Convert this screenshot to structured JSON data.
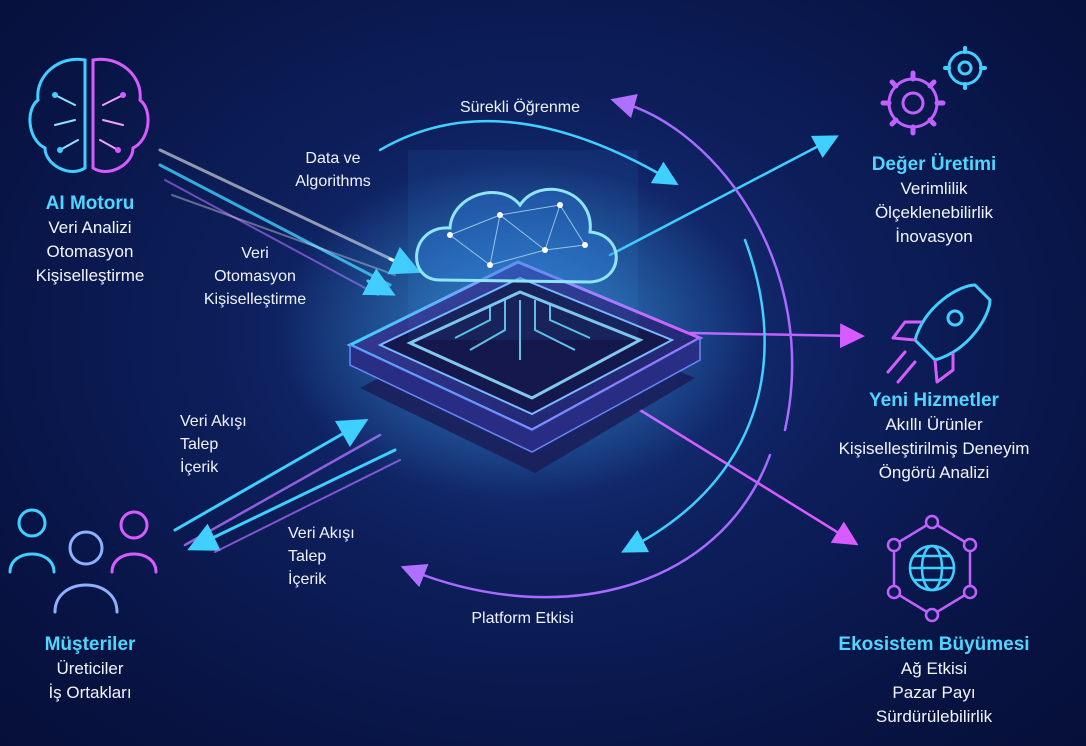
{
  "colors": {
    "background": "#0b1a52",
    "cyan": "#3fd0ff",
    "purple": "#a86bff",
    "magenta": "#d65cff",
    "heading": "#4fd6ff"
  },
  "icons": {
    "brain": "brain-icon",
    "gears": "gears-icon",
    "rocket": "rocket-icon",
    "globe_network": "globe-network-icon",
    "people": "people-icon",
    "cloud_chip": "cloud-chip-icon"
  },
  "ai_engine": {
    "title": "AI Motoru",
    "lines": [
      "Veri Analizi",
      "Otomasyon",
      "Kişiselleştirme"
    ]
  },
  "customers": {
    "title": "Müşteriler",
    "lines": [
      "Üreticiler",
      "İş Ortakları"
    ]
  },
  "value_creation": {
    "title": "Değer Üretimi",
    "lines": [
      "Verimlilik",
      "Ölçeklenebilirlik",
      "İnovasyon"
    ]
  },
  "new_services": {
    "title": "Yeni Hizmetler",
    "lines": [
      "Akıllı Ürünler",
      "Kişiselleştirilmiş Deneyim",
      "Öngörü Analizi"
    ]
  },
  "ecosystem": {
    "title": "Ekosistem Büyümesi",
    "lines": [
      "Ağ Etkisi",
      "Pazar Payı",
      "Sürdürülebilirlik"
    ]
  },
  "flows": {
    "data_algorithms": [
      "Data ve",
      "Algorithms"
    ],
    "veri_otomasyon": [
      "Veri",
      "Otomasyon",
      "Kişiselleştirme"
    ],
    "customer_in": [
      "Veri Akışı",
      "Talep",
      "İçerik"
    ],
    "customer_out": [
      "Veri Akışı",
      "Talep",
      "İçerik"
    ],
    "continuous_learning": "Sürekli Öğrenme",
    "platform_effect": "Platform Etkisi"
  }
}
